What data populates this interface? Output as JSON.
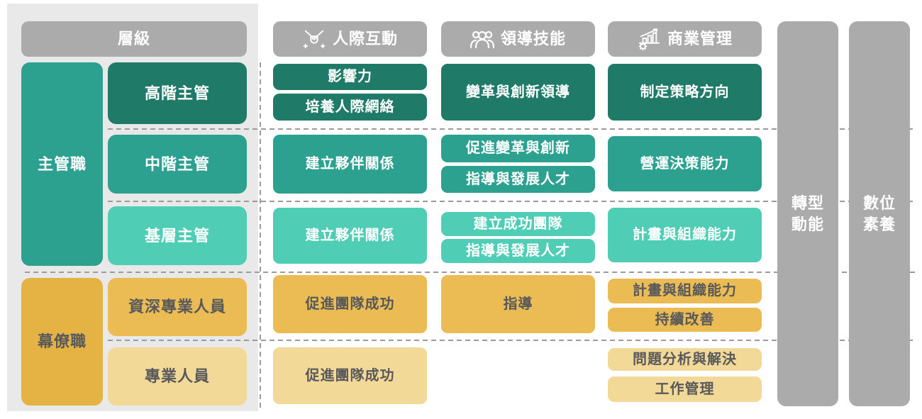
{
  "legend_header": "層級",
  "columns": [
    {
      "label": "人際互動",
      "icon": "hands-together-icon"
    },
    {
      "label": "領導技能",
      "icon": "people-group-icon"
    },
    {
      "label": "商業管理",
      "icon": "chart-gear-icon"
    }
  ],
  "side_bars": [
    {
      "line1": "轉型",
      "line2": "動能"
    },
    {
      "line1": "數位",
      "line2": "素養"
    }
  ],
  "groups": [
    {
      "label": "主管職"
    },
    {
      "label": "幕僚職"
    }
  ],
  "rows": [
    {
      "level": "高階主管",
      "interpersonal": [
        "影響力",
        "培養人際網絡"
      ],
      "leadership": [
        "變革與創新領導"
      ],
      "business": [
        "制定策略方向"
      ]
    },
    {
      "level": "中階主管",
      "interpersonal": [
        "建立夥伴關係"
      ],
      "leadership": [
        "促進變革與創新",
        "指導與發展人才"
      ],
      "business": [
        "營運決策能力"
      ]
    },
    {
      "level": "基層主管",
      "interpersonal": [
        "建立夥伴關係"
      ],
      "leadership": [
        "建立成功團隊",
        "指導與發展人才"
      ],
      "business": [
        "計畫與組織能力"
      ]
    },
    {
      "level": "資深專業人員",
      "interpersonal": [
        "促進團隊成功"
      ],
      "leadership": [
        "指導"
      ],
      "business": [
        "計畫與組織能力",
        "持續改善"
      ]
    },
    {
      "level": "專業人員",
      "interpersonal": [
        "促進團隊成功"
      ],
      "leadership": [],
      "business": [
        "問題分析與解決",
        "工作管理"
      ]
    }
  ],
  "colors": {
    "header_gray": "#ABABAB",
    "panel_gray": "#E9E9E9",
    "tier_senior_exec": "#1F7A68",
    "tier_mid_manager": "#2CA190",
    "tier_first_line": "#50CDB5",
    "tier_senior_professional": "#EBBB54",
    "tier_professional": "#F3D998",
    "group_staff_gold": "#E5B244",
    "dark_text": "#58595B",
    "dashed_line": "#9B9B9B"
  }
}
